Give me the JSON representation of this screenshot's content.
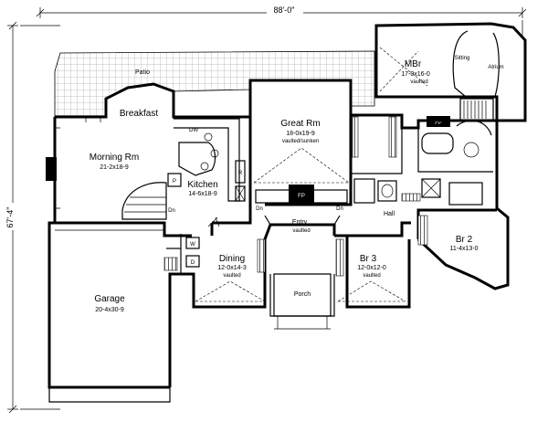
{
  "dimensions": {
    "width_label": "88'-0\"",
    "depth_label": "67'-4\""
  },
  "rooms": {
    "patio": {
      "name": "Patio"
    },
    "master_bedroom": {
      "name": "MBr",
      "size": "17-0x16-0",
      "note": "vaulted"
    },
    "sitting": {
      "name": "Sitting"
    },
    "atrium": {
      "name": "Atrium"
    },
    "breakfast": {
      "name": "Breakfast"
    },
    "morning_room": {
      "name": "Morning Rm",
      "size": "21-2x18-9"
    },
    "kitchen": {
      "name": "Kitchen",
      "size": "14-6x18-9"
    },
    "great_room": {
      "name": "Great Rm",
      "size": "18-0x19-9",
      "note": "vaulted/sunken"
    },
    "entry": {
      "name": "Entry",
      "note": "vaulted"
    },
    "dining": {
      "name": "Dining",
      "size": "12-0x14-3",
      "note": "vaulted"
    },
    "bedroom_3": {
      "name": "Br 3",
      "size": "12-0x12-0",
      "note": "vaulted"
    },
    "bedroom_2": {
      "name": "Br 2",
      "size": "11-4x13-0"
    },
    "garage": {
      "name": "Garage",
      "size": "20-4x30-9"
    },
    "porch": {
      "name": "Porch"
    },
    "hall": {
      "name": "Hall"
    }
  },
  "fixtures": {
    "fp_great": "FP",
    "fp_master": "FP",
    "pantry": "P",
    "refrigerator": "R",
    "dishwasher": "DW",
    "washer": "W",
    "dryer": "D",
    "stair_down_kitchen": "Dn",
    "stair_down_great_left": "Dn",
    "stair_down_great_right": "Dn"
  }
}
